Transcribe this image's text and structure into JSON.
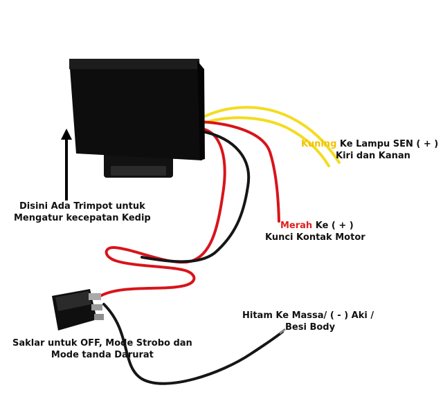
{
  "labels": {
    "trimpot": {
      "line1": "Disini Ada Trimpot untuk",
      "line2": "Mengatur kecepatan Kedip"
    },
    "yellow_wire": {
      "color_word": "Kuning",
      "line1_rest": " Ke Lampu SEN ( + )",
      "line2": "Kiri dan Kanan"
    },
    "red_wire": {
      "color_word": "Merah",
      "line1_rest": " Ke ( + )",
      "line2": "Kunci Kontak Motor"
    },
    "black_wire": {
      "line1": "Hitam Ke Massa/ ( - ) Aki /",
      "line2": "Besi Body"
    },
    "switch": {
      "line1": "Saklar untuk OFF,  Mode Strobo dan",
      "line2": "Mode tanda Darurat"
    }
  },
  "colors": {
    "wire_yellow": "#f3dc1f",
    "wire_red": "#d8141b",
    "wire_black": "#161616",
    "housing": "#0d0d0d",
    "highlight_yellow": "#f2c200",
    "highlight_red": "#e0201c"
  }
}
